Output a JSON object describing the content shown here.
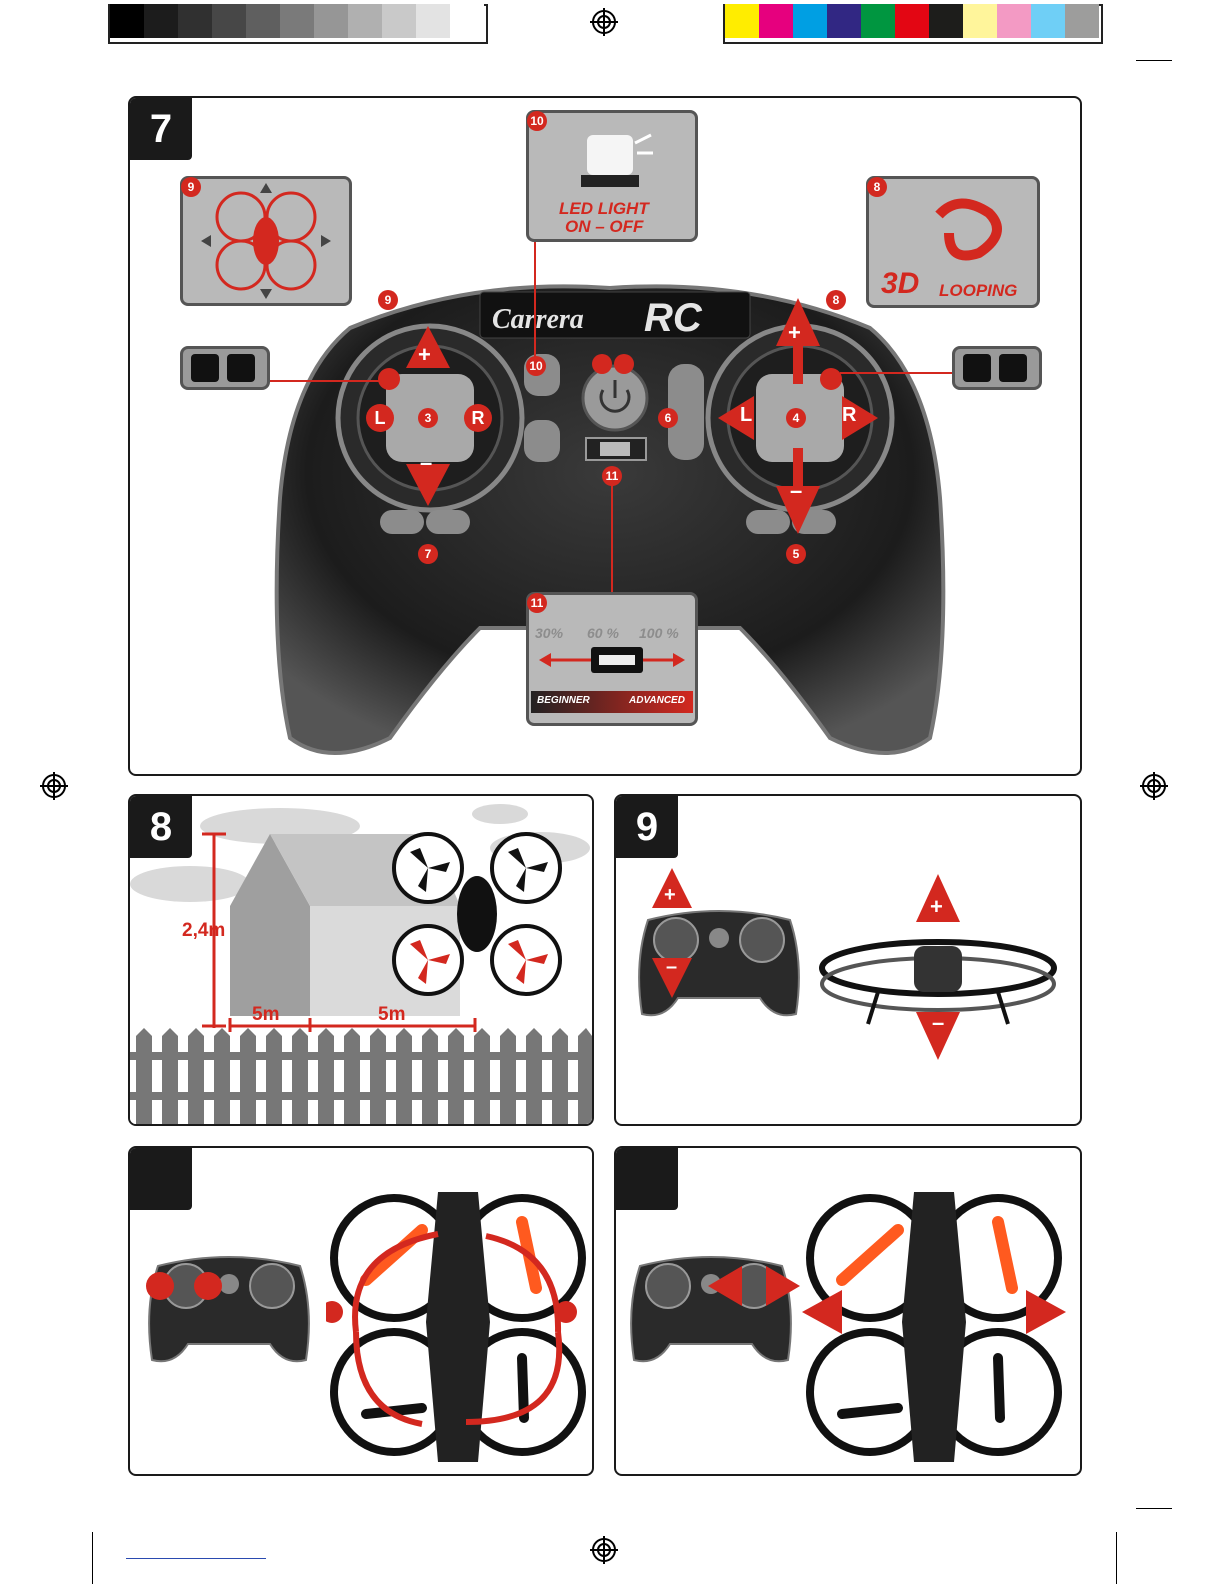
{
  "panels": {
    "p7": {
      "number": "7",
      "controller_brand": "Carrera",
      "controller_brand_suffix": "RC",
      "led_callout": {
        "badge": "10",
        "line1": "LED LIGHT",
        "line2": "ON – OFF"
      },
      "flip_callout": {
        "badge": "9"
      },
      "looping_callout": {
        "badge": "8",
        "big": "3D",
        "small": "LOOPING"
      },
      "speed_callout": {
        "badge": "11",
        "levels": [
          "30%",
          "60 %",
          "100 %"
        ],
        "left_label": "BEGINNER",
        "right_label": "ADVANCED"
      },
      "left_stick": {
        "number": "3",
        "plus": "+",
        "minus": "–",
        "left": "L",
        "right": "R"
      },
      "right_stick": {
        "number": "4",
        "plus": "+",
        "minus": "–",
        "left": "L",
        "right": "R"
      },
      "markers": {
        "m9": "9",
        "m8": "8",
        "m10": "10",
        "m6": "6",
        "m11": "11",
        "m7": "7",
        "m5": "5"
      }
    },
    "p8": {
      "number": "8",
      "height_label": "2,4m",
      "width_label_1": "5m",
      "width_label_2": "5m"
    },
    "p9": {
      "number": "9",
      "plus": "+",
      "minus": "–"
    }
  },
  "colors": {
    "accent_red": "#d3281f",
    "dark": "#1a1a1a"
  },
  "icons": [
    "registration-mark-icon",
    "arrow-icon",
    "propeller-icon"
  ]
}
